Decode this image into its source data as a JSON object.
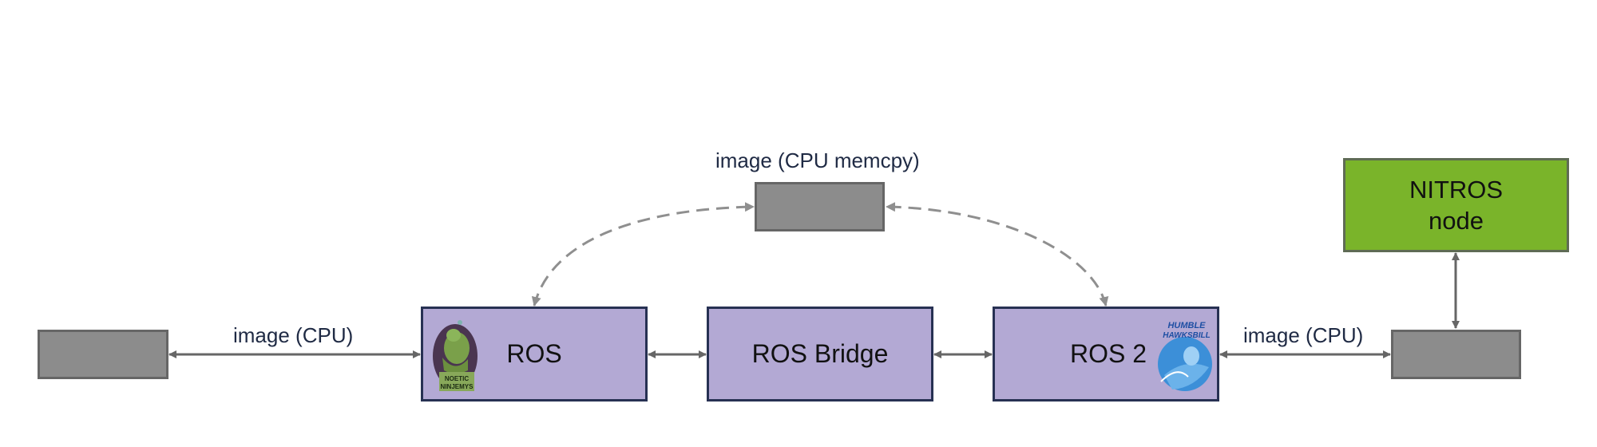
{
  "diagram": {
    "nodes": {
      "left_endpoint": {
        "label": ""
      },
      "ros": {
        "label": "ROS",
        "logo": "noetic-ninjemys-logo",
        "logo_text": [
          "NOETIC",
          "NINJEMYS"
        ]
      },
      "ros_bridge": {
        "label": "ROS Bridge"
      },
      "ros2": {
        "label": "ROS 2",
        "logo": "humble-hawksbill-logo",
        "logo_text": [
          "HUMBLE",
          "HAWKSBILL"
        ]
      },
      "memcpy_buffer": {
        "label": ""
      },
      "right_endpoint": {
        "label": ""
      },
      "nitros": {
        "label_line1": "NITROS",
        "label_line2": "node"
      }
    },
    "edge_labels": {
      "left_link": "image (CPU)",
      "memcpy_link": "image (CPU memcpy)",
      "right_link": "image (CPU)"
    },
    "edges": [
      {
        "from": "left_endpoint",
        "to": "ros",
        "style": "solid",
        "direction": "both"
      },
      {
        "from": "ros",
        "to": "ros_bridge",
        "style": "solid",
        "direction": "both"
      },
      {
        "from": "ros_bridge",
        "to": "ros2",
        "style": "solid",
        "direction": "both"
      },
      {
        "from": "ros2",
        "to": "right_endpoint",
        "style": "solid",
        "direction": "both"
      },
      {
        "from": "right_endpoint",
        "to": "nitros",
        "style": "solid",
        "direction": "both"
      },
      {
        "from": "ros",
        "to": "memcpy_buffer",
        "style": "dashed",
        "direction": "both"
      },
      {
        "from": "ros2",
        "to": "memcpy_buffer",
        "style": "dashed",
        "direction": "both"
      }
    ],
    "colors": {
      "ros_node_fill": "#b3a9d4",
      "ros_node_border": "#273153",
      "buffer_fill": "#8c8c8c",
      "nitros_fill": "#7ab42a",
      "solid_edge": "#666666",
      "dashed_edge": "#8f8f8f"
    }
  }
}
